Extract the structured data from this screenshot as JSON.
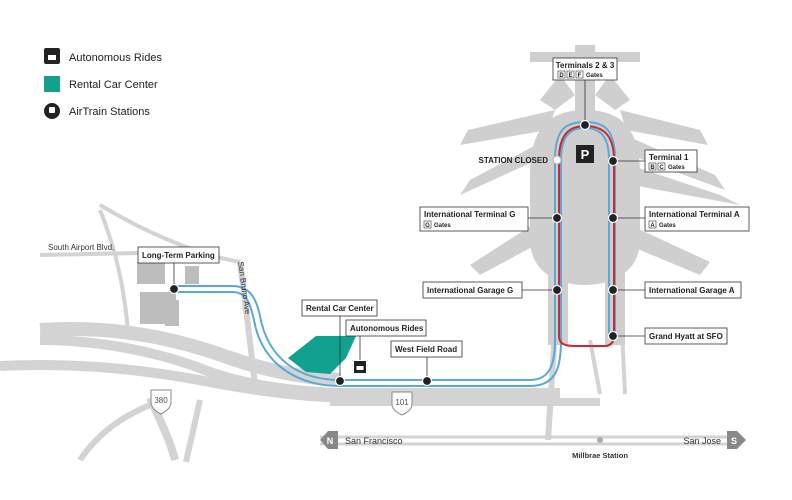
{
  "legend": {
    "autonomous": "Autonomous Rides",
    "rental": "Rental Car Center",
    "airtrain": "AirTrain Stations"
  },
  "colors": {
    "blue_line": "#5aa9d6",
    "red_line": "#d0262d",
    "rental_fill": "#12a08f",
    "road": "#d3d3d3",
    "airport": "#cfcfcf",
    "marker": "#222222"
  },
  "icons": {
    "autonomous": "car-icon",
    "airtrain": "train-icon",
    "parking": "parking-icon",
    "north": "north-badge",
    "south": "south-badge"
  },
  "labels": {
    "terminals_23": "Terminals 2 & 3",
    "gates_23": [
      "D",
      "E",
      "F"
    ],
    "gates_word": "Gates",
    "station_closed": "STATION CLOSED",
    "parking": "P",
    "terminal1": "Terminal 1",
    "gates_t1": [
      "B",
      "C"
    ],
    "intl_g": "International Terminal G",
    "gates_g": [
      "G"
    ],
    "intl_a": "International Terminal A",
    "gates_a": [
      "A"
    ],
    "intl_garage_g": "International Garage G",
    "intl_garage_a": "International Garage A",
    "grand_hyatt": "Grand Hyatt at SFO",
    "long_term": "Long-Term Parking",
    "rental_center": "Rental Car Center",
    "autonomous_rides": "Autonomous Rides",
    "west_field": "West Field Road",
    "south_airport": "South Airport Blvd.",
    "san_bruno": "San Bruno Ave",
    "hwy_380": "380",
    "hwy_101": "101",
    "sf": "San Francisco",
    "sj": "San Jose",
    "millbrae": "Millbrae Station",
    "n": "N",
    "s": "S"
  }
}
